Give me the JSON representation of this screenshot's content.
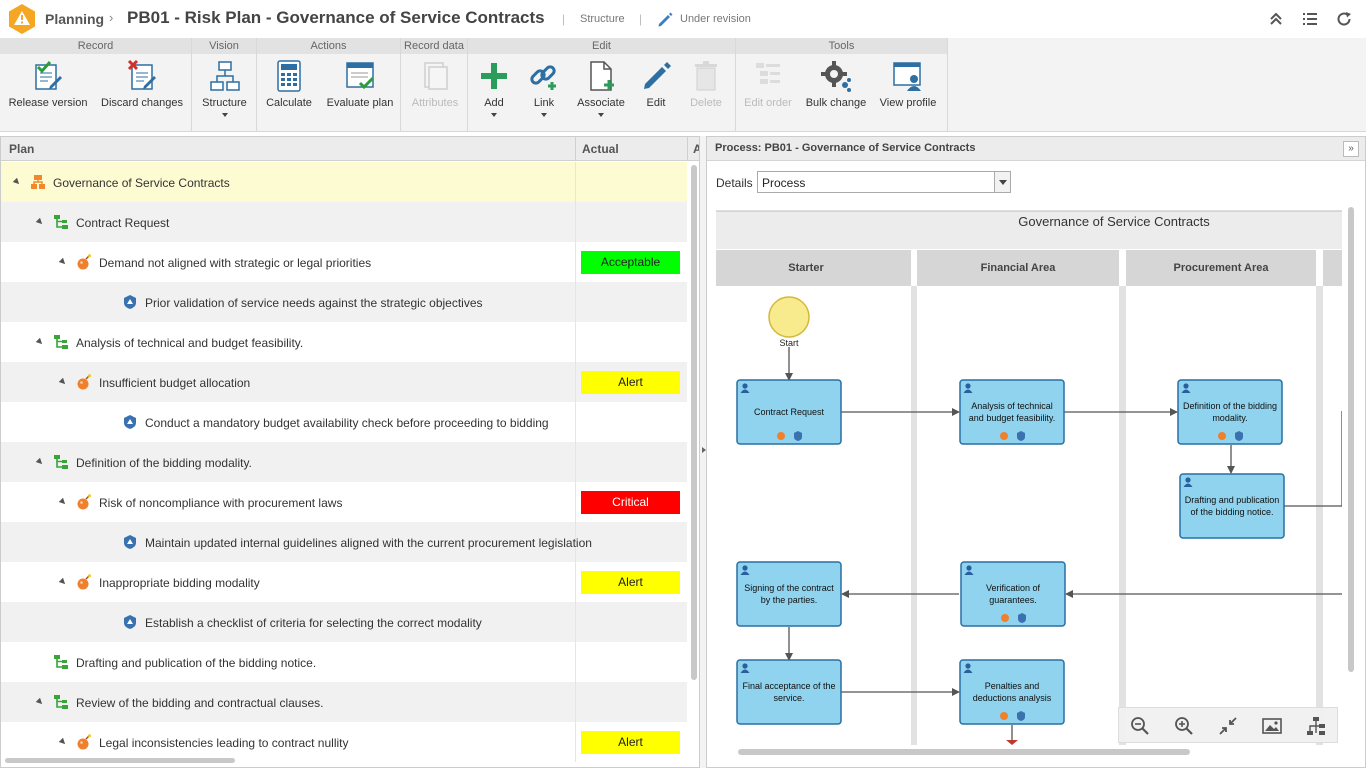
{
  "header": {
    "app_name": "Planning",
    "breadcrumb_sep": "›",
    "title": "PB01 - Risk Plan - Governance of Service Contracts",
    "divider": "|",
    "structure_link": "Structure",
    "status": "Under revision"
  },
  "ribbon": {
    "groups": {
      "record": "Record",
      "vision": "Vision",
      "actions": "Actions",
      "record_data": "Record data",
      "edit": "Edit",
      "tools": "Tools"
    },
    "buttons": {
      "release_version": "Release version",
      "discard_changes": "Discard changes",
      "structure": "Structure",
      "calculate": "Calculate",
      "evaluate_plan": "Evaluate plan",
      "attributes": "Attributes",
      "add": "Add",
      "link": "Link",
      "associate": "Associate",
      "edit": "Edit",
      "delete": "Delete",
      "edit_order": "Edit order",
      "bulk_change": "Bulk change",
      "view_profile": "View profile"
    }
  },
  "grid": {
    "columns": [
      "Plan",
      "Actual",
      "A"
    ],
    "rows": [
      {
        "text": "Governance of Service Contracts",
        "type": "process",
        "level": 0,
        "expanded": true,
        "status": ""
      },
      {
        "text": "Contract Request",
        "type": "activity",
        "level": 1,
        "expanded": true,
        "status": ""
      },
      {
        "text": "Demand not aligned with strategic or legal priorities",
        "type": "risk",
        "level": 2,
        "expanded": true,
        "status": "Acceptable"
      },
      {
        "text": "Prior validation of service needs against the strategic objectives",
        "type": "control",
        "level": 3,
        "expanded": false,
        "status": ""
      },
      {
        "text": "Analysis of technical and budget feasibility.",
        "type": "activity",
        "level": 1,
        "expanded": true,
        "status": ""
      },
      {
        "text": "Insufficient budget allocation",
        "type": "risk",
        "level": 2,
        "expanded": true,
        "status": "Alert"
      },
      {
        "text": "Conduct a mandatory budget availability check before proceeding to bidding",
        "type": "control",
        "level": 3,
        "expanded": false,
        "status": ""
      },
      {
        "text": "Definition of the bidding modality.",
        "type": "activity",
        "level": 1,
        "expanded": true,
        "status": ""
      },
      {
        "text": "Risk of noncompliance with procurement laws",
        "type": "risk",
        "level": 2,
        "expanded": true,
        "status": "Critical"
      },
      {
        "text": "Maintain updated internal guidelines aligned with the current procurement legislation",
        "type": "control",
        "level": 3,
        "expanded": false,
        "status": ""
      },
      {
        "text": "Inappropriate bidding modality",
        "type": "risk",
        "level": 2,
        "expanded": true,
        "status": "Alert"
      },
      {
        "text": "Establish a checklist of criteria for selecting the correct modality",
        "type": "control",
        "level": 3,
        "expanded": false,
        "status": ""
      },
      {
        "text": "Drafting and publication of the bidding notice.",
        "type": "activity",
        "level": 1,
        "expanded": false,
        "status": ""
      },
      {
        "text": "Review of the bidding and contractual clauses.",
        "type": "activity",
        "level": 1,
        "expanded": true,
        "status": ""
      },
      {
        "text": "Legal inconsistencies leading to contract nullity",
        "type": "risk",
        "level": 2,
        "expanded": true,
        "status": "Alert"
      }
    ]
  },
  "status_colors": {
    "Acceptable": "#00ff00",
    "Alert": "#ffff00",
    "Critical": "#ff0000"
  },
  "panel": {
    "title": "Process: PB01 - Governance of Service Contracts",
    "collapse_glyph": "»",
    "details_label": "Details",
    "details_value": "Process"
  },
  "diagram": {
    "pool_title": "Governance of Service Contracts",
    "lanes": [
      "Starter",
      "Financial Area",
      "Procurement Area"
    ],
    "start_label": "Start",
    "tasks": {
      "contract_request": "Contract Request",
      "analysis": "Analysis of technical and budget feasibility.",
      "definition": "Definition of the bidding modality.",
      "drafting": "Drafting and publication of the bidding notice.",
      "signing": "Signing of the contract by the parties.",
      "verification": "Verification of guarantees.",
      "final_acceptance": "Final acceptance of the service.",
      "penalties": "Penalties and deductions analysis"
    }
  }
}
